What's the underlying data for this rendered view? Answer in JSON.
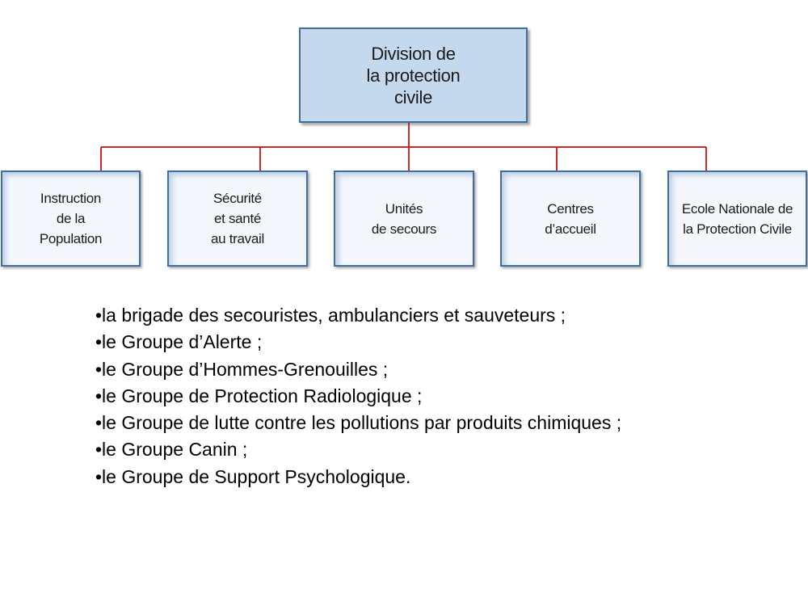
{
  "org_chart": {
    "root": {
      "label": "Division de\nla protection\ncivile"
    },
    "children": [
      {
        "label": "Instruction\nde la\nPopulation"
      },
      {
        "label": "Sécurité\net santé\nau travail"
      },
      {
        "label": "Unités\nde secours"
      },
      {
        "label": "Centres\nd’accueil"
      },
      {
        "label": "Ecole Nationale de\nla Protection Civile"
      }
    ],
    "colors": {
      "connector": "#d02828",
      "box_border": "#3f6e9f",
      "root_fill": "#c4d9ee",
      "child_fill": "#f4f8fc"
    }
  },
  "unit_list": {
    "items": [
      "•la brigade des secouristes, ambulanciers et sauveteurs ;",
      "•le Groupe d’Alerte ;",
      "•le Groupe d’Hommes-Grenouilles ;",
      "•le Groupe de Protection Radiologique ;",
      "•le Groupe de lutte contre les pollutions par produits chimiques ;",
      "•le Groupe Canin ;",
      "•le Groupe de Support Psychologique."
    ]
  }
}
